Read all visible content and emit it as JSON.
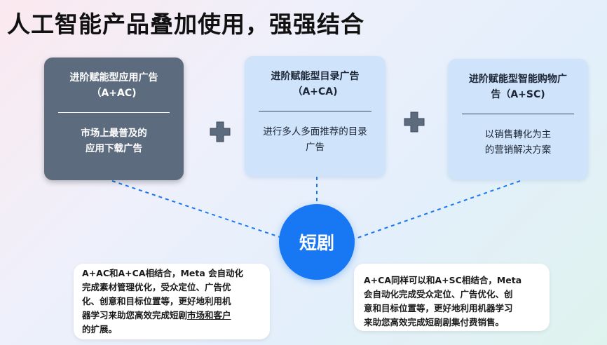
{
  "title": "人工智能产品叠加使用，强强结合",
  "cards": [
    {
      "title_line1": "进阶赋能型应用广告",
      "title_line2": "（A+AC)",
      "desc_line1": "市场上最普及的",
      "desc_line2": "应用下载广告"
    },
    {
      "title_line1": "进阶赋能型目录广告",
      "title_line2": "（A+CA)",
      "desc_line1": "进行多人多面推荐的目录",
      "desc_line2": "广告"
    },
    {
      "title_line1": "进阶赋能型智能购物广",
      "title_line2": "告（A+SC)",
      "desc_line1": "以销售轉化为主",
      "desc_line2": "的营销解决方案"
    }
  ],
  "center": {
    "label": "短剧"
  },
  "note_left": {
    "line1": "A+AC和A+CA相结合，Meta 会自动化",
    "line2": "完成素材管理优化，受众定位、广告优",
    "line3": "化、创意和目标位置等，更好地利用机",
    "line4_pre": "器学习来助您高效完成短剧",
    "line4_underlined": "市场和客户",
    "line5": "的扩展。"
  },
  "note_right": {
    "line1": "A+CA同样可以和A+SC相结合，Meta",
    "line2": "会自动化完成受众定位、广告优化、创",
    "line3": "意和目标位置等，更好地利用机器学习",
    "line4": "来助您高效完成短剧剧集付费销售。"
  },
  "colors": {
    "card_dark": "#5d6b7e",
    "card_light": "#cfe4fb",
    "accent_blue": "#1877f2",
    "plus_fill": "#5d6b7e"
  },
  "icons": [
    "plus-icon",
    "plus-icon"
  ]
}
